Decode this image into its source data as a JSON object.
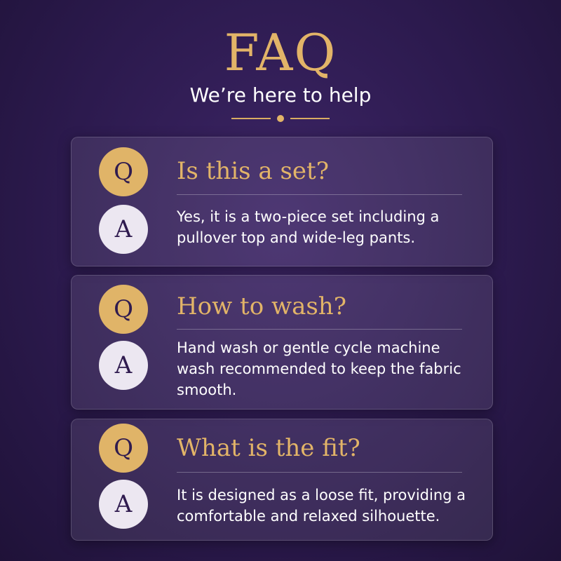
{
  "header": {
    "title": "FAQ",
    "subtitle": "We’re here to help"
  },
  "badges": {
    "question": "Q",
    "answer": "A"
  },
  "colors": {
    "gold": "#e2b468",
    "background": "#2c1a4e",
    "answer_badge": "#ece7f1",
    "text": "#ffffff"
  },
  "faqs": [
    {
      "question": "Is this a set?",
      "answer": "Yes, it is a two-piece set including a pullover top and wide-leg pants."
    },
    {
      "question": "How to wash?",
      "answer": "Hand wash or gentle cycle machine wash recommended to keep the fabric smooth."
    },
    {
      "question": "What is the fit?",
      "answer": "It is designed as a loose fit, providing a comfortable and relaxed silhouette."
    }
  ]
}
